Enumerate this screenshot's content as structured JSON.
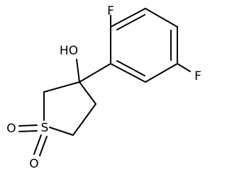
{
  "molecule": {
    "atoms": [
      {
        "id": "F1",
        "label": "F"
      },
      {
        "id": "F2",
        "label": "F"
      },
      {
        "id": "OH",
        "label": "HO"
      },
      {
        "id": "S",
        "label": "S"
      },
      {
        "id": "O1",
        "label": "O"
      },
      {
        "id": "O2",
        "label": "O"
      }
    ],
    "bond_color": "#000000"
  }
}
